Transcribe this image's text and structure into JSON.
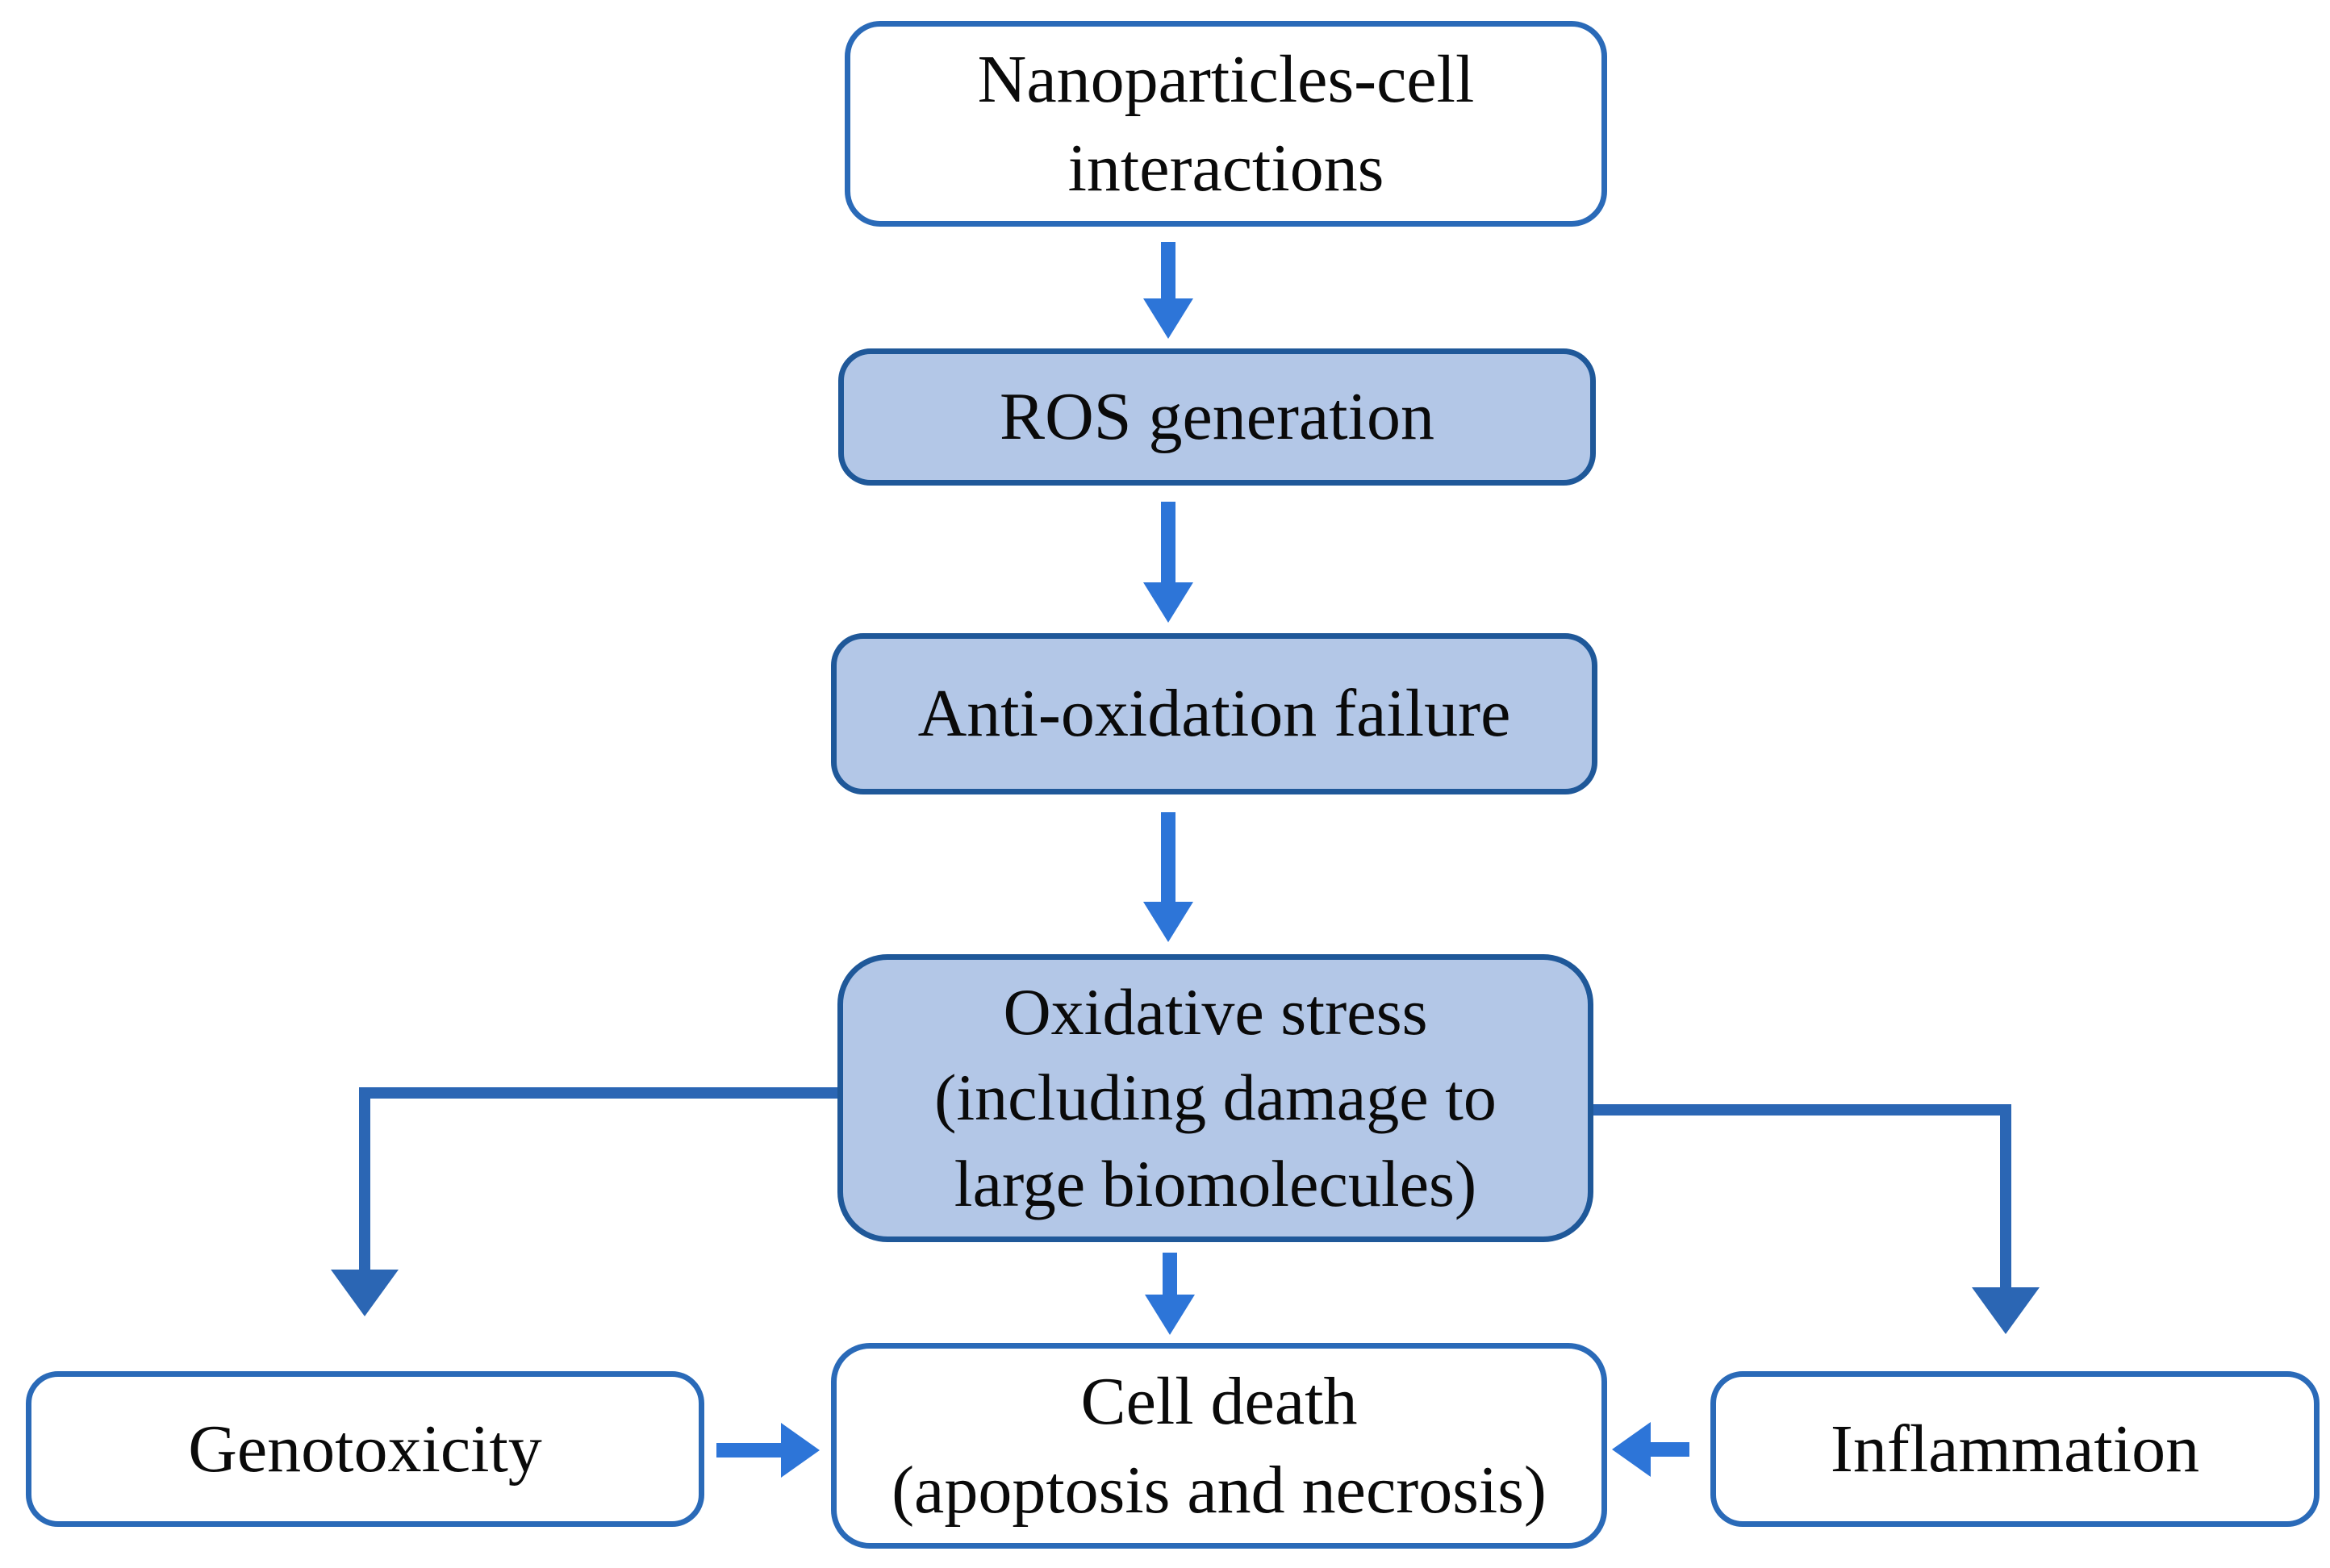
{
  "figure": {
    "type": "flowchart",
    "description": "Flow diagram of nanoparticle-induced oxidative stress leading to cell damage"
  },
  "colors": {
    "background": "#ffffff",
    "text": "#0a0a0a",
    "box-fill-white": "#ffffff",
    "box-fill-blue": "#b3c7e7",
    "border-light": "#2a6ab8",
    "border-dark": "#1f5899",
    "arrow-bright": "#2d75d8",
    "branch-dark": "#2b66b4"
  },
  "nodes": {
    "nano": {
      "label": "Nanoparticles-cell interactions",
      "lines": [
        "Nanoparticles-cell",
        "interactions"
      ],
      "fill": "white"
    },
    "ros": {
      "label": "ROS generation",
      "lines": [
        "ROS generation"
      ],
      "fill": "blue"
    },
    "anti": {
      "label": "Anti-oxidation failure",
      "lines": [
        "Anti-oxidation failure"
      ],
      "fill": "blue"
    },
    "oxidative": {
      "label": "Oxidative stress (including damage to large biomolecules)",
      "lines": [
        "Oxidative stress",
        "(including damage to",
        "large biomolecules)"
      ],
      "fill": "blue"
    },
    "genotoxicity": {
      "label": "Genotoxicity",
      "lines": [
        "Genotoxicity"
      ],
      "fill": "white"
    },
    "celldeath": {
      "label": "Cell death (apoptosis and necrosis)",
      "lines": [
        "Cell death",
        "(apoptosis and necrosis)"
      ],
      "fill": "white"
    },
    "inflammation": {
      "label": "Inflammation",
      "lines": [
        "Inflammation"
      ],
      "fill": "white"
    }
  },
  "edges": [
    {
      "from": "nano",
      "to": "ros",
      "style": "straight-down"
    },
    {
      "from": "ros",
      "to": "anti",
      "style": "straight-down"
    },
    {
      "from": "anti",
      "to": "oxidative",
      "style": "straight-down"
    },
    {
      "from": "oxidative",
      "to": "genotoxicity",
      "style": "elbow-left-down"
    },
    {
      "from": "oxidative",
      "to": "celldeath",
      "style": "straight-down"
    },
    {
      "from": "oxidative",
      "to": "inflammation",
      "style": "elbow-right-down"
    },
    {
      "from": "genotoxicity",
      "to": "celldeath",
      "style": "straight-right"
    },
    {
      "from": "inflammation",
      "to": "celldeath",
      "style": "straight-left"
    }
  ]
}
